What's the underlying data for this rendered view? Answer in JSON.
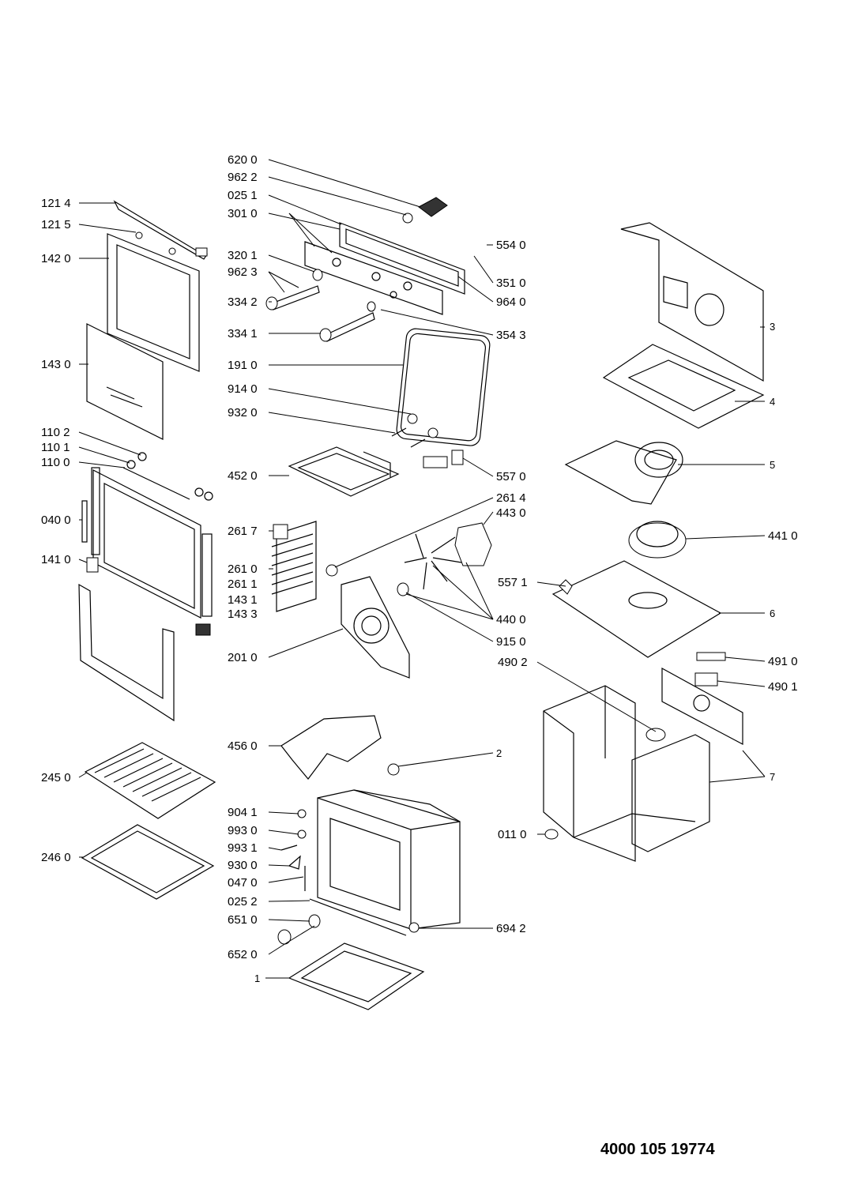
{
  "document_number": "4000 105 19774",
  "callouts_left": [
    "121 4",
    "121 5",
    "142 0",
    "143 0",
    "110 2",
    "110 1",
    "110 0",
    "040 0",
    "141 0",
    "245 0",
    "246 0"
  ],
  "callouts_center_left": [
    "620 0",
    "962 2",
    "025 1",
    "301 0",
    "320 1",
    "962 3",
    "334 2",
    "334 1",
    "191 0",
    "914 0",
    "932 0",
    "452 0",
    "261 7",
    "261 0",
    "261 1",
    "143 1",
    "143 3",
    "201 0",
    "456 0",
    "904 1",
    "993 0",
    "993 1",
    "930 0",
    "047 0",
    "025 2",
    "651 0",
    "652 0",
    "1"
  ],
  "callouts_center_right": [
    "554 0",
    "351 0",
    "964 0",
    "354 3",
    "557 0",
    "261 4",
    "443 0",
    "557 1",
    "440 0",
    "915 0",
    "490 2",
    "2",
    "694 2",
    "011 0"
  ],
  "callouts_right": [
    "3",
    "4",
    "5",
    "441 0",
    "6",
    "491 0",
    "490 1",
    "7"
  ]
}
